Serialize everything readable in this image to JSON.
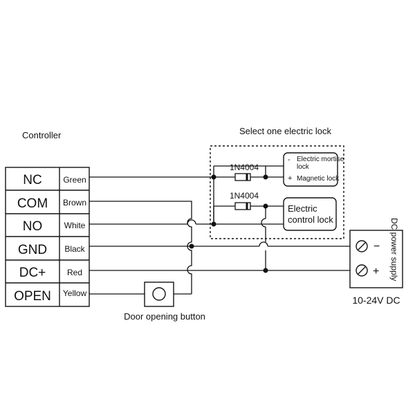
{
  "labels": {
    "controller": "Controller",
    "select_lock": "Select one electric lock",
    "door_button": "Door opening button",
    "voltage": "10-24V DC",
    "power_supply": "DC power supply"
  },
  "terminals": [
    {
      "name": "NC",
      "wire": "Green"
    },
    {
      "name": "COM",
      "wire": "Brown"
    },
    {
      "name": "NO",
      "wire": "White"
    },
    {
      "name": "GND",
      "wire": "Black"
    },
    {
      "name": "DC+",
      "wire": "Red"
    },
    {
      "name": "OPEN",
      "wire": "Yellow"
    }
  ],
  "diodes": {
    "top": "1N4004",
    "bottom": "1N4004"
  },
  "lock_top": {
    "minus": "-",
    "plus": "+",
    "line1": "Electric mortise",
    "line2": "lock",
    "line3": "Magnetic lock"
  },
  "lock_bottom": {
    "line1": "Electric",
    "line2": "control lock"
  },
  "psu": {
    "minus": "−",
    "plus": "+"
  },
  "colors": {
    "line": "#111111",
    "dashed_box": "#111111"
  }
}
